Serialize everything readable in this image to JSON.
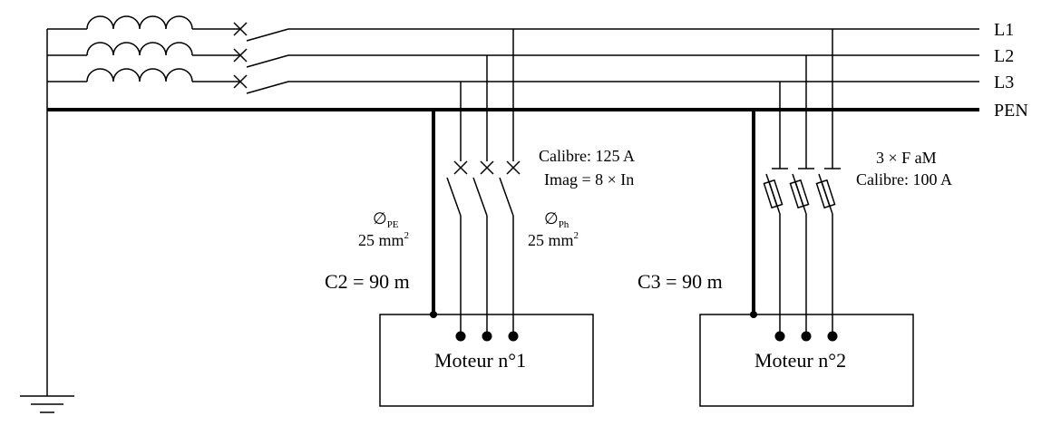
{
  "lines": {
    "l1": "L1",
    "l2": "L2",
    "l3": "L3",
    "pen": "PEN"
  },
  "breaker": {
    "calibre": "Calibre: 125 A",
    "imag": "Imag = 8 × In"
  },
  "fuses": {
    "type": "3 × F aM",
    "calibre": "Calibre: 100 A"
  },
  "sections": {
    "pe_symbol": "∅",
    "pe_sub": "PE",
    "pe_value": "25 mm",
    "pe_exp": "2",
    "ph_symbol": "∅",
    "ph_sub": "Ph",
    "ph_value": "25 mm",
    "ph_exp": "2"
  },
  "cables": {
    "c2": "C2 = 90 m",
    "c3": "C3 = 90 m"
  },
  "motors": {
    "m1": "Moteur n°1",
    "m2": "Moteur n°2"
  }
}
